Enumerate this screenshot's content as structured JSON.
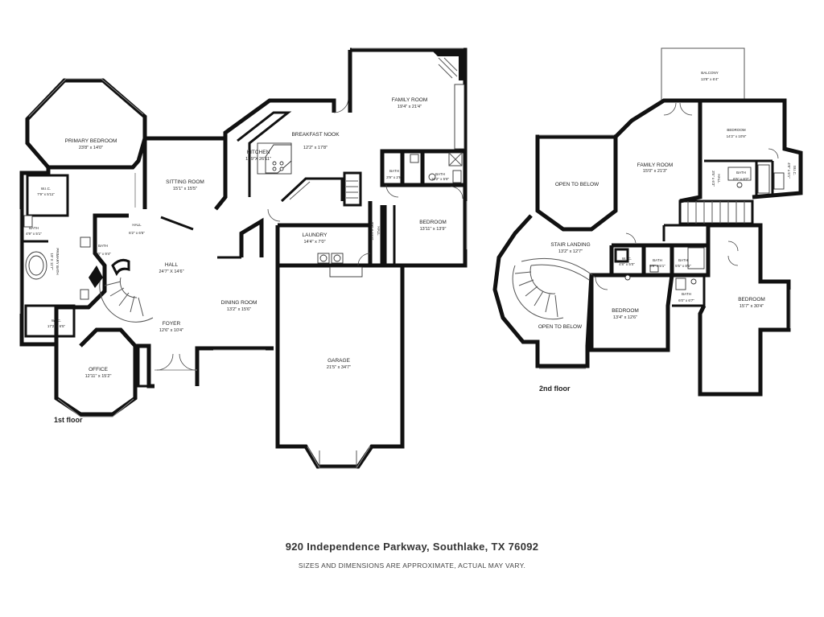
{
  "address": "920 Independence Parkway, Southlake, TX 76092",
  "disclaimer": "SIZES AND DIMENSIONS ARE APPROXIMATE, ACTUAL MAY VARY.",
  "first_floor": {
    "label": "1st floor",
    "rooms": {
      "primary_bedroom": {
        "name": "PRIMARY BEDROOM",
        "dims": "23'8\" x 14'0\""
      },
      "wic_top": {
        "name": "W.I.C.",
        "dims": "7'9\" x 5'11\""
      },
      "bath_small": {
        "name": "BATH",
        "dims": "4'9\" x 5'1\""
      },
      "primary_bath": {
        "name": "PRIMARY BATH",
        "dims": "19' X 11'7\""
      },
      "wic_bottom": {
        "name": "W.I.C.",
        "dims": "17'2\" x 6'5\""
      },
      "bath_hall": {
        "name": "BATH",
        "dims": "6'0\" x 9'4\""
      },
      "hall_small": {
        "name": "HALL",
        "dims": "6'2\" x 6'5\""
      },
      "sitting_room": {
        "name": "SITTING ROOM",
        "dims": "15'1\" x 15'5\""
      },
      "hall": {
        "name": "HALL",
        "dims": "24'7\" X 14'6\""
      },
      "office": {
        "name": "OFFICE",
        "dims": "12'11\" x 15'2\""
      },
      "foyer": {
        "name": "FOYER",
        "dims": "12'6\" x 10'4\""
      },
      "dining_room": {
        "name": "DINING ROOM",
        "dims": "13'2\" x 15'6\""
      },
      "kitchen": {
        "name": "KITCHEN",
        "dims": "11'9\"X 26'11\""
      },
      "breakfast_nook": {
        "name": "BREAKFAST NOOK",
        "dims": "12'2\" x 17'8\""
      },
      "family_room": {
        "name": "FAMILY ROOM",
        "dims": "19'4\" x 21'4\""
      },
      "bath_fr": {
        "name": "BATH",
        "dims": "10'2\" x 5'8\""
      },
      "bath_tiny": {
        "name": "BATH",
        "dims": "3'9\" x 2'8\""
      },
      "bedroom": {
        "name": "BEDROOM",
        "dims": "13'11\" x 13'9\""
      },
      "laundry": {
        "name": "LAUNDRY",
        "dims": "14'4\" x 7'0\""
      },
      "hall_vert": {
        "name": "HALL",
        "dims": "3'8\" X 11'7\""
      },
      "garage": {
        "name": "GARAGE",
        "dims": "21'5\" x 34'7\""
      }
    }
  },
  "second_floor": {
    "label": "2nd floor",
    "rooms": {
      "balcony": {
        "name": "BALCONY",
        "dims": "13'8\" x 6'4\""
      },
      "open_to_below_top": {
        "name": "OPEN TO BELOW"
      },
      "family_room": {
        "name": "FAMILY ROOM",
        "dims": "15'0\" x 21'3\""
      },
      "bedroom_ne": {
        "name": "BEDROOM",
        "dims": "14'2\" x 10'8\""
      },
      "bath_ne": {
        "name": "BATH",
        "dims": "6'5\" x 8'2\""
      },
      "wic_ne": {
        "name": "W.I.C.",
        "dims": "4'8\" x 5'1\""
      },
      "hall_ne": {
        "name": "HALL",
        "dims": "3'5\" x 6'3\""
      },
      "stair_landing": {
        "name": "STAIR LANDING",
        "dims": "13'2\" x 12'7\""
      },
      "wic_mid": {
        "name": "W.I.C.",
        "dims": "4'8\" x 5'0\""
      },
      "bath_mid1": {
        "name": "BATH",
        "dims": "5'9\" x 5'1\""
      },
      "bath_mid2": {
        "name": "BATH",
        "dims": "5'5\" x 8'5\""
      },
      "bath_low": {
        "name": "BATH",
        "dims": "6'0\" x 6'7\""
      },
      "bedroom_mid": {
        "name": "BEDROOM",
        "dims": "13'4\" x 12'6\""
      },
      "bedroom_se": {
        "name": "BEDROOM",
        "dims": "15'7\" x 30'4\""
      },
      "open_to_below_bottom": {
        "name": "OPEN TO BELOW"
      }
    }
  }
}
